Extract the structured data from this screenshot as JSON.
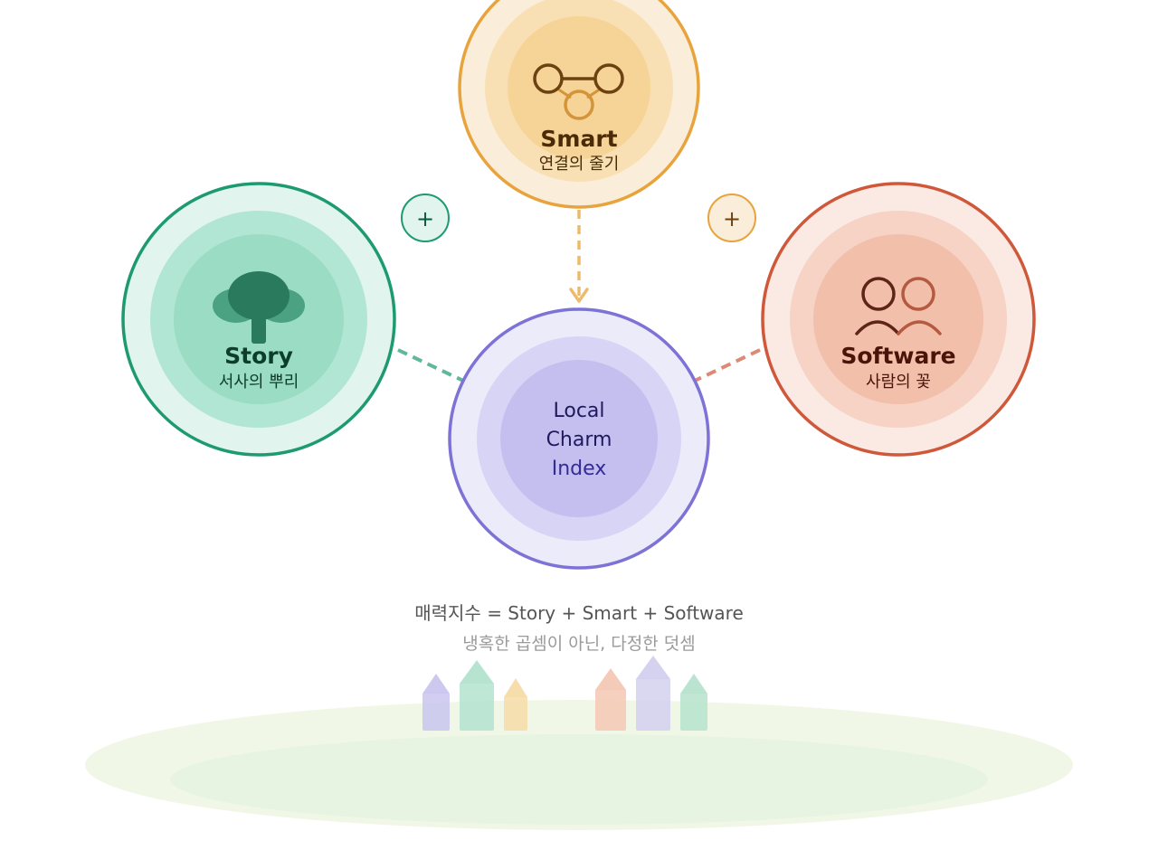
{
  "nodes": {
    "smart": {
      "title": "Smart",
      "subtitle": "연결의 줄기",
      "colors": {
        "ring": "#e8a33c",
        "outer": "#faeeda",
        "mid": "#f9e0b4",
        "inner": "#f6d497",
        "text": "#4a2a07",
        "icon": "#6b4210",
        "icon_accent": "#d4943a"
      }
    },
    "story": {
      "title": "Story",
      "subtitle": "서사의 뿌리",
      "colors": {
        "ring": "#1e9a72",
        "outer": "#e1f4ed",
        "mid": "#b2e6d4",
        "inner": "#9adcc4",
        "text": "#0c3d2d",
        "icon": "#2a7a5e",
        "icon_accent": "#4aa283"
      }
    },
    "software": {
      "title": "Software",
      "subtitle": "사람의 꽃",
      "colors": {
        "ring": "#d0583a",
        "outer": "#fbeae4",
        "mid": "#f7d3c6",
        "inner": "#f2bfab",
        "text": "#4a1408",
        "icon": "#5e2418",
        "icon_accent": "#b55a40"
      }
    },
    "center": {
      "line1": "Local",
      "line2": "Charm",
      "line3": "Index",
      "colors": {
        "ring": "#7d72d6",
        "outer": "#ecebfa",
        "mid": "#d8d4f5",
        "inner": "#c4bfee",
        "text": "#1f1a5e",
        "text_light": "#342b95"
      }
    }
  },
  "operators": {
    "plus_left": {
      "glyph": "+",
      "colors": {
        "ring": "#1e9a72",
        "fill": "#e1f4ed",
        "text": "#0c5a3d"
      }
    },
    "plus_right": {
      "glyph": "+",
      "colors": {
        "ring": "#e8a33c",
        "fill": "#faeeda",
        "text": "#6b4210"
      }
    }
  },
  "formula": "매력지수 = Story + Smart + Software",
  "caption": "냉혹한 곱셈이 아닌, 다정한 덧셈",
  "decor": {
    "ground_colors": {
      "outer": "#f1f7e6",
      "inner": "#e6f4e1"
    },
    "house_colors": [
      "#c9c5ee",
      "#b3e3cf",
      "#f6dca8",
      "#f3c8b4",
      "#d3d0ee",
      "#b6e3cd"
    ]
  }
}
